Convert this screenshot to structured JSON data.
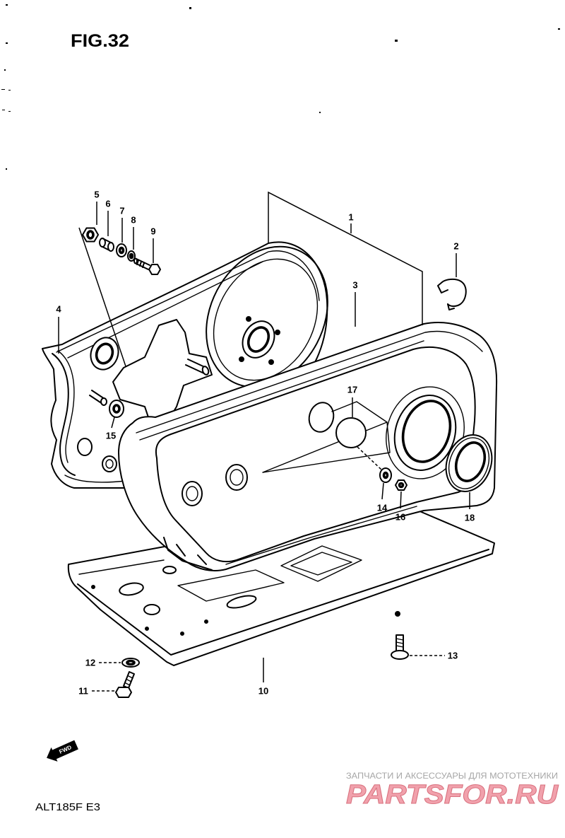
{
  "figure": {
    "title": "FIG.32",
    "code": "ALT185F E3",
    "direction_label": "FWD",
    "direction_icon": "arrow-left-down-icon"
  },
  "callouts": [
    "1",
    "2",
    "3",
    "4",
    "5",
    "6",
    "7",
    "8",
    "9",
    "10",
    "11",
    "12",
    "13",
    "14",
    "15",
    "16",
    "17",
    "18"
  ],
  "watermark": {
    "tagline": "ЗАПЧАСТИ И АКСЕССУАРЫ ДЛЯ МОТОТЕХНИКИ",
    "brand": "PARTSFOR.RU"
  },
  "colors": {
    "ink": "#000000",
    "paper": "#ffffff",
    "watermark_brand": "#f1a1ac",
    "watermark_brand_outline": "#d9727f",
    "watermark_tagline": "#a6a6a6"
  }
}
